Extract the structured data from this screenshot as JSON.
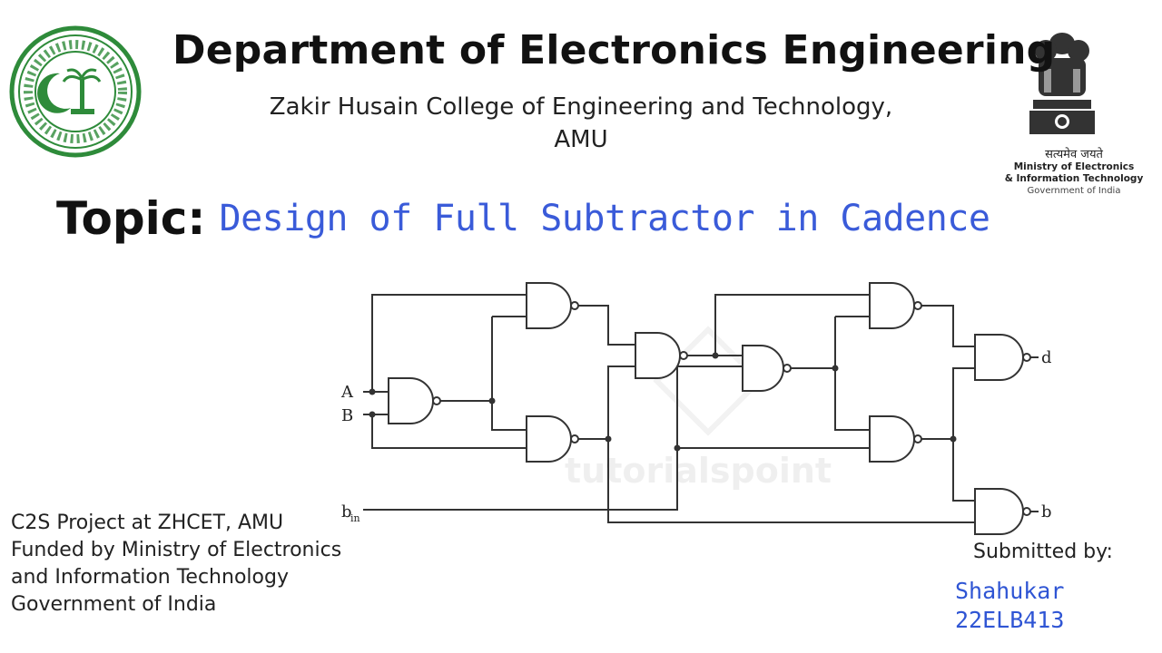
{
  "header": {
    "title": "Department of Electronics Engineering",
    "college_line1": "Zakir Husain College of Engineering and Technology,",
    "college_line2": "AMU"
  },
  "topic": {
    "label": "Topic:",
    "text": "Design of Full Subtractor in Cadence"
  },
  "ministry": {
    "motto": "सत्यमेव जयते",
    "line1": "Ministry of Electronics",
    "line2": "& Information Technology",
    "line3": "Government of India"
  },
  "circuit": {
    "inputs": {
      "a": "A",
      "b": "B",
      "bin_main": "b",
      "bin_sub": "in"
    },
    "outputs": {
      "d": "d",
      "b": "b"
    },
    "watermark": "tutorialspoint"
  },
  "footer": {
    "lines": [
      "C2S Project at ZHCET, AMU",
      "Funded by Ministry of Electronics",
      "and Information Technology",
      "Government of India"
    ],
    "submitted_by": "Submitted by:",
    "student_name": "Shahukar",
    "student_id": "22ELB413"
  },
  "colors": {
    "accent": "#3a5bd9",
    "text": "#111111",
    "logo_green": "#2e8b3a"
  }
}
